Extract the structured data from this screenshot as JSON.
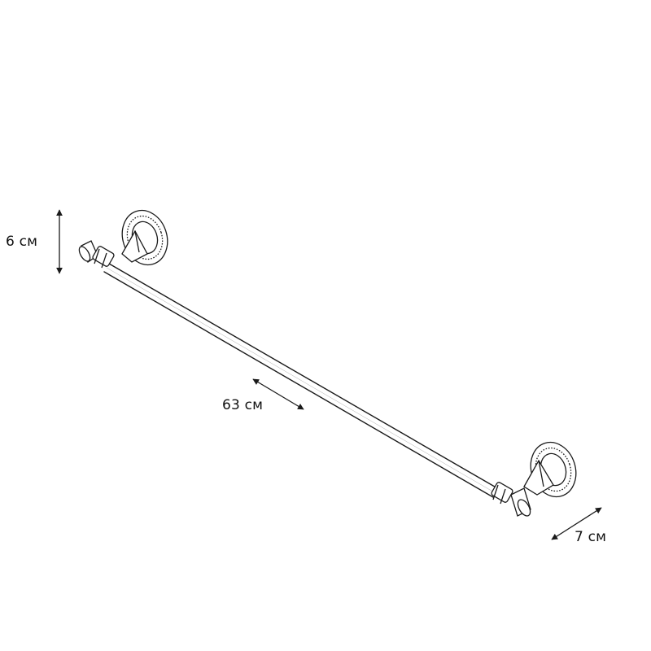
{
  "dimensions": {
    "height": "6 см",
    "length": "63 см",
    "depth": "7 см"
  },
  "colors": {
    "line": "#1a1a1a",
    "background": "#ffffff"
  }
}
